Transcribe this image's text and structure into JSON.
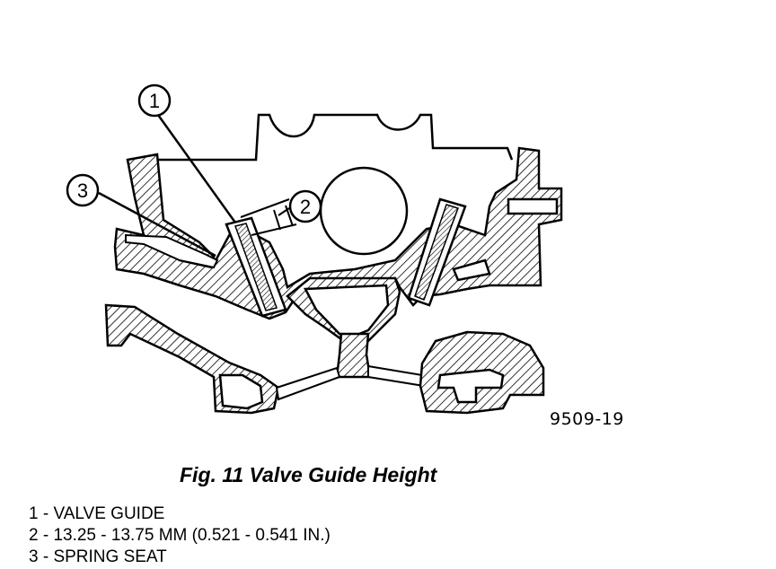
{
  "figure": {
    "callouts": [
      {
        "number": "1"
      },
      {
        "number": "2"
      },
      {
        "number": "3"
      }
    ],
    "reference_code": "9509-19"
  },
  "caption": "Fig. 11 Valve Guide Height",
  "legend": [
    "1 - VALVE GUIDE",
    "2 - 13.25 - 13.75 MM (0.521 - 0.541 IN.)",
    "3 - SPRING SEAT"
  ]
}
